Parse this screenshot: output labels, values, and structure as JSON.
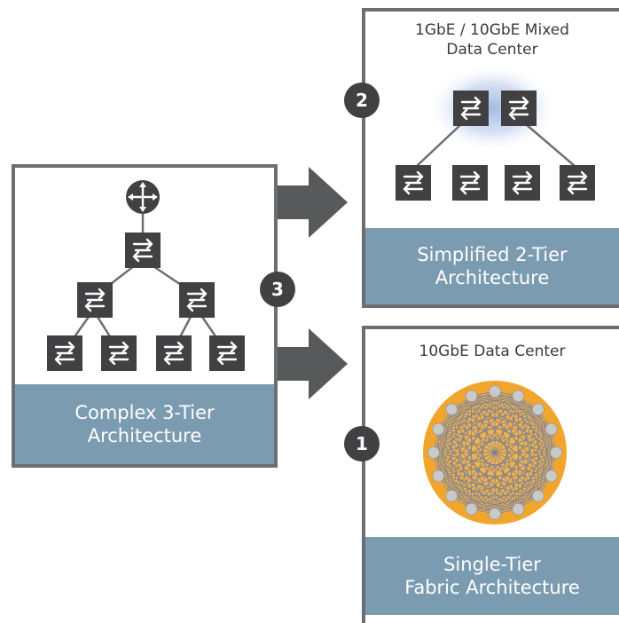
{
  "panels": {
    "three_tier": {
      "footer_line1": "Complex 3-Tier",
      "footer_line2": "Architecture",
      "badge": "3"
    },
    "two_tier": {
      "header_line1": "1GbE / 10GbE Mixed",
      "header_line2": "Data Center",
      "footer_line1": "Simplified 2-Tier",
      "footer_line2": "Architecture",
      "badge": "2"
    },
    "single_tier": {
      "header": "10GbE Data Center",
      "footer_line1": "Single-Tier",
      "footer_line2": "Fabric Architecture",
      "badge": "1"
    }
  },
  "colors": {
    "border": "#6d6e71",
    "footer": "#7b9bb0",
    "switch": "#414042",
    "fabric_ring": "#f2a52d",
    "fabric_node": "#c9c9c9",
    "arrow": "#58595b",
    "glow": "#9fb6e0"
  },
  "icons": {
    "router": "router-icon",
    "switch": "switch-icon",
    "fabric": "full-mesh-fabric-icon",
    "arrow": "right-arrow-icon"
  }
}
